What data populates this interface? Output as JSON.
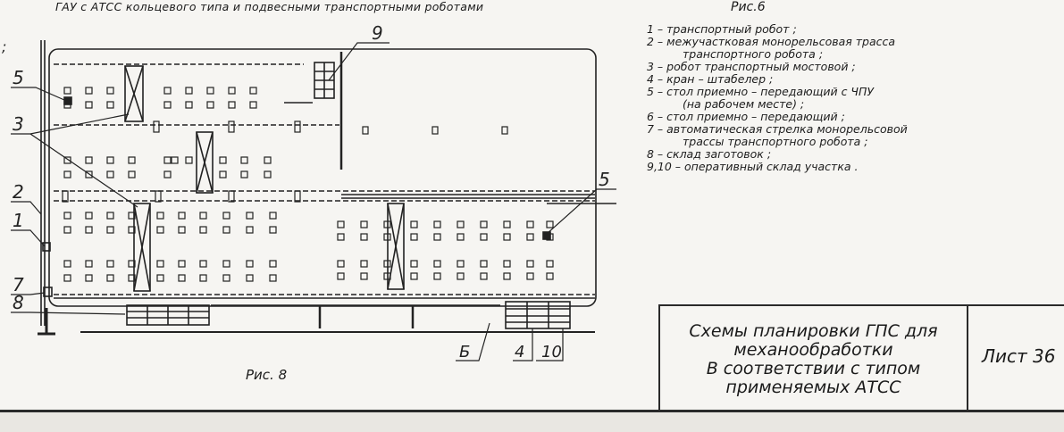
{
  "top_caption": "ГАУ с АТСС кольцевого типа и подвесными транспортными роботами",
  "figure_left_caption": "Рис. 8",
  "figure_right_caption": "Рис.6",
  "legend": [
    {
      "num": "1",
      "lines": [
        "транспортный робот ;"
      ]
    },
    {
      "num": "2",
      "lines": [
        "межучастковая монорельсовая трасса",
        "транспортного робота ;"
      ]
    },
    {
      "num": "3",
      "lines": [
        "робот транспортный мостовой ;"
      ]
    },
    {
      "num": "4",
      "lines": [
        "кран – штабелер ;"
      ]
    },
    {
      "num": "5",
      "lines": [
        "стол приемно – передающий с ЧПУ",
        "(на рабочем месте) ;"
      ]
    },
    {
      "num": "6",
      "lines": [
        "стол приемно – передающий ;"
      ]
    },
    {
      "num": "7",
      "lines": [
        "автоматическая стрелка монорельсовой",
        "трассы транспортного робота ;"
      ]
    },
    {
      "num": "8",
      "lines": [
        "склад заготовок ;"
      ]
    },
    {
      "num": "9,10",
      "lines": [
        "оперативный склад участка ."
      ]
    }
  ],
  "callouts": {
    "c5_left": "5",
    "c3": "3",
    "c2": "2",
    "c1": "1",
    "c7": "7",
    "c8": "8",
    "c9": "9",
    "c5_right": "5",
    "c6": "Б",
    "c4": "4",
    "c10": "10",
    "semicolon": ";"
  },
  "titleblock": {
    "lines": [
      "Схемы планировки ГПС для",
      "механообработки",
      "В соответствии с типом",
      "применяемых АТСС"
    ],
    "sheet": "Лист 36"
  }
}
